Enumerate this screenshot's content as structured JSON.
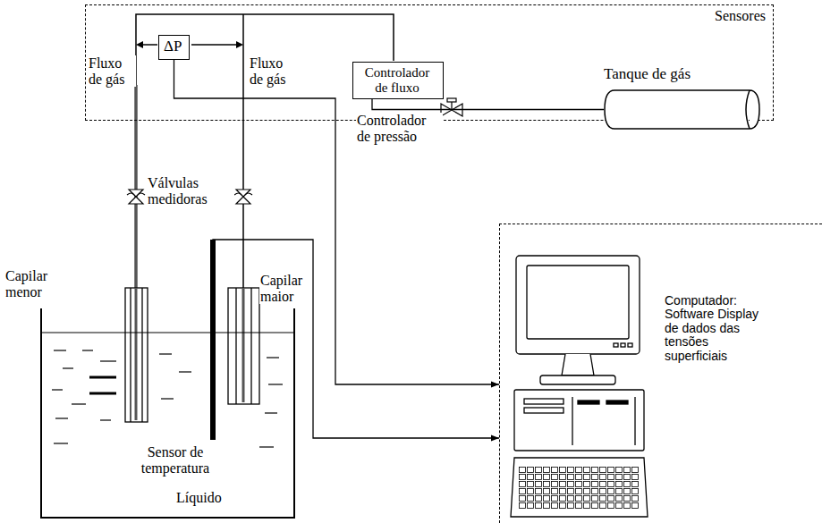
{
  "diagram": {
    "nodes": [
      {
        "text": [
          "Sensores"
        ]
      },
      {
        "text": [
          "ΔP"
        ],
        "in": 0
      },
      {
        "text": [
          "Controlador de fluxo"
        ],
        "in": 0
      },
      {
        "text": [
          "Tanque de gás"
        ]
      },
      {
        "text": [
          "Líquido"
        ]
      },
      {
        "text": [
          "Computador: Software Display de dados das tensões superficiais"
        ]
      }
    ],
    "edges": [
      {
        "from": 1,
        "to": 5,
        "arrow": "to"
      },
      {
        "from": 4,
        "to": 5,
        "arrow": "to"
      },
      {
        "from": 2,
        "to": 3,
        "arrow": "none"
      }
    ],
    "labels": [
      "Fluxo de gás",
      "Fluxo de gás",
      "Válvulas medidoras",
      "Controlador de pressão",
      "Capilar menor",
      "Capilar maior",
      "Sensor de temperatura"
    ]
  }
}
